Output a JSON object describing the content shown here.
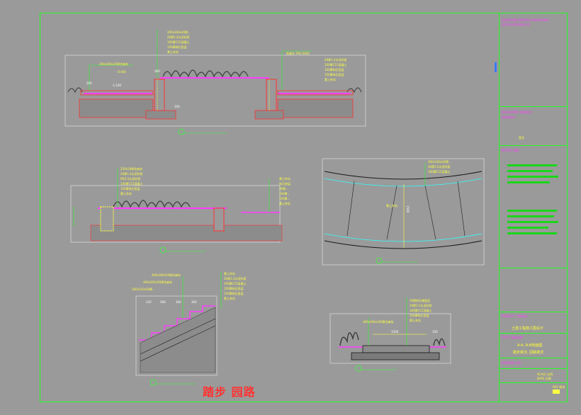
{
  "main_title": "踏步 园路",
  "colors": {
    "frame": "#22ff22",
    "section_line": "#ff3cff",
    "magenta": "#ff3cff",
    "yellow": "#ffff44",
    "red": "#ff3333",
    "cyan": "#33ffff"
  },
  "section1": {
    "callouts_left": [
      "200x200x35厚芝麻灰",
      "-0.600"
    ],
    "callouts_top": [
      "200x100x20厚...",
      "20厚1:2水泥砂浆",
      "100厚C15混凝土",
      "150厚碎石垫层",
      "素土夯实"
    ],
    "callouts_right": [
      "防腐木 TAG-2002",
      "20厚1:2水泥砂浆",
      "100厚C15混凝土",
      "100厚碎石垫层",
      "150厚碎石垫层",
      "素土夯实"
    ],
    "dims": [
      "200",
      "300",
      "100",
      "-1.100"
    ]
  },
  "section2": {
    "callouts_top": [
      "250x50厚芝麻灰",
      "20厚1:2水泥砂浆",
      "M10.5水泥砂浆",
      "100厚C15混凝土",
      "150厚碎石垫层",
      "素土夯实"
    ],
    "callouts_right": [
      "素土夯实",
      "碎石垫层",
      "20厚...",
      "100厚...",
      "150厚...",
      "素土夯实"
    ]
  },
  "section3": {
    "callouts_right": [
      "300x100x20厚...",
      "20厚1:2水泥砂浆",
      "100厚C15混凝土"
    ],
    "dims_v": [
      "1500"
    ],
    "center_label": "素土夯实"
  },
  "section4": {
    "callouts_top": [
      "400x300x50厚芝麻灰",
      "400x200x50厚芝麻灰",
      "200x150x20厚..."
    ],
    "callouts_right": [
      "素土夯实",
      "20厚1:2水泥砂浆",
      "100厚C15混凝土",
      "100厚碎石垫层",
      "150厚碎石垫层",
      "素土夯实"
    ],
    "dims": [
      "220",
      "300",
      "300",
      "300"
    ]
  },
  "section5": {
    "callouts_left": [
      "300x300x100厚芝麻灰"
    ],
    "callouts_right": [
      "30厚碎石铺面层",
      "20厚1:2水泥砂浆",
      "100厚C15混凝土",
      "150厚碎石垫层",
      "素土夯实"
    ],
    "dims": [
      "1500",
      "100"
    ]
  },
  "title_block": {
    "company": "SHENZHEN DESIGN CONSULTING",
    "company_sub": "深圳设计顾问有限公司",
    "dev_label": "DEVELOPER: 建设单位",
    "dev_value": "深圳某地产",
    "seal": "签名",
    "notes_label": "NOTES: 说明:",
    "project_label": "PROJECT: 工程名称:",
    "project_value": "土建工程施工图设计",
    "title_label": "TITLE: 图纸名称:",
    "title_value1": "A-A, B-B剖面图",
    "title_value2": "踏步做法, 园路做法",
    "drawing_no": "DRAWING NO.",
    "scale": "SCALE 比例",
    "date": "DATE 日期",
    "rev": "REV 版本"
  }
}
